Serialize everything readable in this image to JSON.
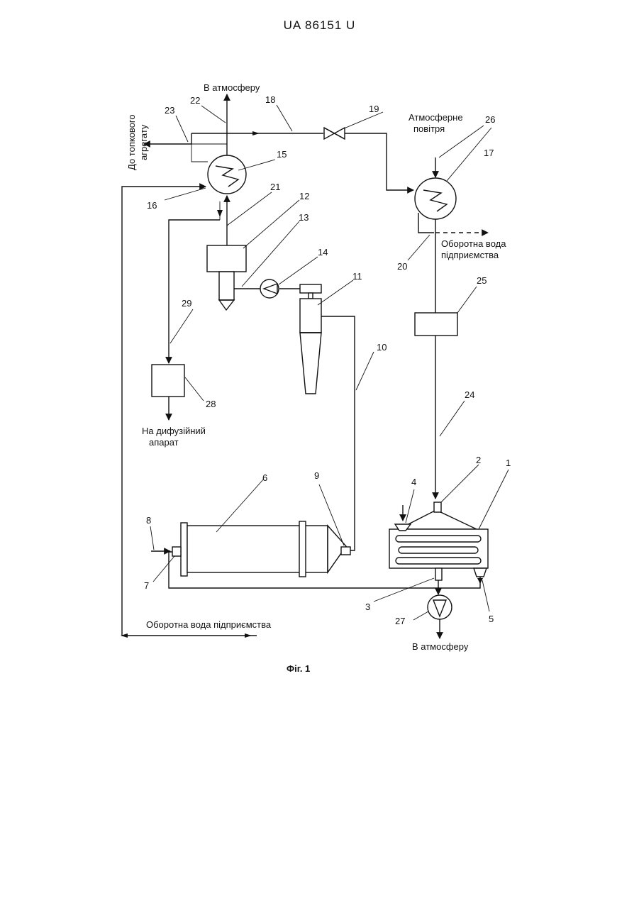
{
  "document": {
    "header": "UA   86151   U",
    "caption": "Фіг. 1"
  },
  "labels": {
    "atmosphere_top": "В атмосферу",
    "to_furnace_1": "До топкового",
    "to_furnace_2": "агрегату",
    "atm_air_1": "Атмосферне",
    "atm_air_2": "повітря",
    "recycled_water_right_1": "Оборотна вода",
    "recycled_water_right_2": "підприємства",
    "to_diffuser_1": "На дифузійний",
    "to_diffuser_2": "апарат",
    "recycled_water_bottom": "Оборотна вода підприємства",
    "atmosphere_bottom": "В атмосферу"
  },
  "numbers": {
    "n1": "1",
    "n2": "2",
    "n3": "3",
    "n4": "4",
    "n5": "5",
    "n6": "6",
    "n7": "7",
    "n8": "8",
    "n9": "9",
    "n10": "10",
    "n11": "11",
    "n12": "12",
    "n13": "13",
    "n14": "14",
    "n15": "15",
    "n16": "16",
    "n17": "17",
    "n18": "18",
    "n19": "19",
    "n20": "20",
    "n21": "21",
    "n22": "22",
    "n23": "23",
    "n24": "24",
    "n25": "25",
    "n26": "26",
    "n27": "27",
    "n28": "28",
    "n29": "29"
  }
}
